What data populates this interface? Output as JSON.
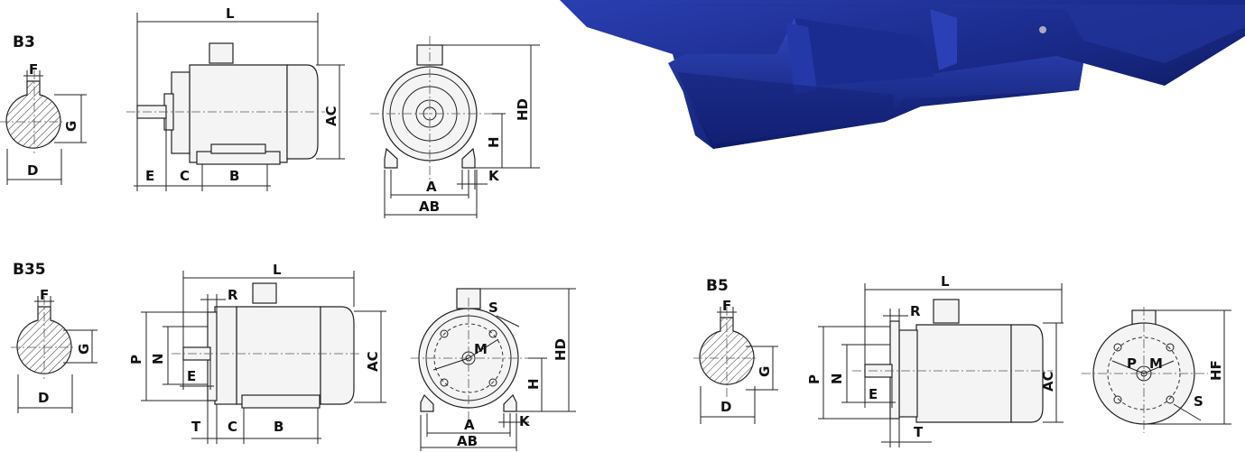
{
  "views": {
    "b3": {
      "title": "B3",
      "shaft": {
        "F": "F",
        "G": "G",
        "D": "D"
      },
      "side": {
        "L": "L",
        "AC": "AC",
        "E": "E",
        "C": "C",
        "B": "B"
      },
      "front": {
        "HD": "HD",
        "H": "H",
        "K": "K",
        "A": "A",
        "AB": "AB"
      }
    },
    "b35": {
      "title": "B35",
      "shaft": {
        "F": "F",
        "G": "G",
        "D": "D"
      },
      "side": {
        "L": "L",
        "R": "R",
        "P": "P",
        "N": "N",
        "E": "E",
        "AC": "AC",
        "T": "T",
        "C": "C",
        "B": "B"
      },
      "front": {
        "S": "S",
        "M": "M",
        "HD": "HD",
        "H": "H",
        "K": "K",
        "A": "A",
        "AB": "AB"
      }
    },
    "b5": {
      "title": "B5",
      "shaft": {
        "F": "F",
        "G": "G",
        "D": "D"
      },
      "side": {
        "L": "L",
        "R": "R",
        "P": "P",
        "N": "N",
        "E": "E",
        "AC": "AC",
        "T": "T"
      },
      "front": {
        "P": "P",
        "M": "M",
        "S": "S",
        "HF": "HF"
      }
    }
  },
  "colors": {
    "motor_blue": "#1a2a8a",
    "motor_dark": "#0a1450",
    "line": "#222222"
  },
  "photo": {
    "subject": "blue-electric-motor-base-photo"
  }
}
